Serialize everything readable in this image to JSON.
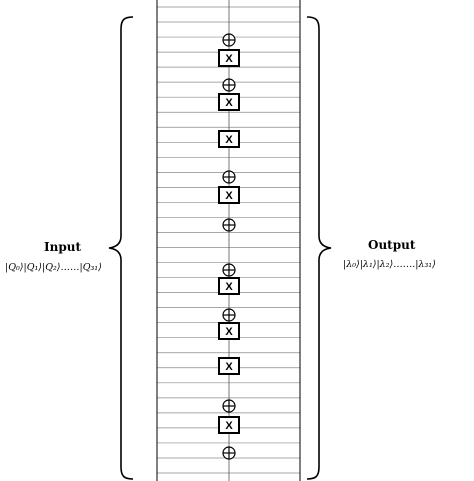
{
  "input": {
    "title": "Input",
    "kets": [
      "|Q₀⟩|Q₁⟩|Q₂⟩……|Q₃₁⟩"
    ]
  },
  "output": {
    "title": "Output",
    "kets": [
      "|λ₀⟩|λ₁⟩|λ₂⟩…….|λ₃₁⟩"
    ]
  },
  "gates": [
    {
      "type": "cnot_target"
    },
    {
      "type": "x",
      "label": "X"
    },
    {
      "type": "cnot_target"
    },
    {
      "type": "x",
      "label": "X"
    },
    {
      "type": "x",
      "label": "X"
    },
    {
      "type": "cnot_target"
    },
    {
      "type": "x",
      "label": "X"
    },
    {
      "type": "cnot_target"
    },
    {
      "type": "cnot_target"
    },
    {
      "type": "x",
      "label": "X"
    },
    {
      "type": "cnot_target"
    },
    {
      "type": "x",
      "label": "X"
    },
    {
      "type": "x",
      "label": "X"
    },
    {
      "type": "cnot_target"
    },
    {
      "type": "x",
      "label": "X"
    },
    {
      "type": "cnot_target"
    }
  ],
  "colors": {
    "line": "#000000",
    "wire": "#8a8a8a",
    "background": "#ffffff"
  }
}
